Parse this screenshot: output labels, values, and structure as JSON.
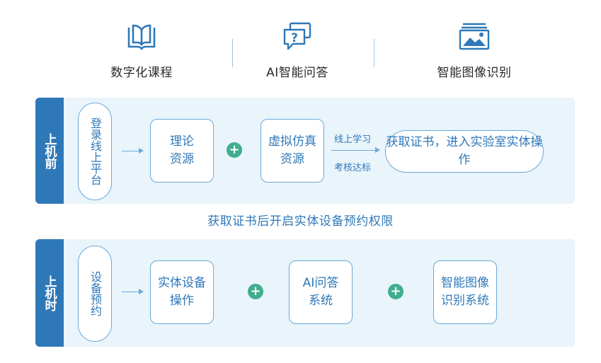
{
  "features": [
    {
      "label": "数字化课程",
      "icon": "book-icon"
    },
    {
      "label": "AI智能问答",
      "icon": "question-chat-icon"
    },
    {
      "label": "智能图像识别",
      "icon": "image-gallery-icon"
    }
  ],
  "before": {
    "side_label": "上机前",
    "login": "登录线上平台",
    "theory_line1": "理论",
    "theory_line2": "资源",
    "virtual_line1": "虚拟仿真",
    "virtual_line2": "资源",
    "note_top": "线上学习",
    "note_bottom": "考核达标",
    "cert_line1": "获取证书，",
    "cert_line2": "进入实验室实体操作"
  },
  "middle_text": "获取证书后开启实体设备预约权限",
  "during": {
    "side_label": "上机时",
    "reserve": "设备预约",
    "device_line1": "实体设备",
    "device_line2": "操作",
    "qa_line1": "AI问答",
    "qa_line2": "系统",
    "img_line1": "智能图像",
    "img_line2": "识别系统"
  },
  "colors": {
    "primary": "#2f78b8",
    "panel_bg": "#e9f4fb",
    "plus": "#3fae8e",
    "border": "#6aa9d8"
  }
}
